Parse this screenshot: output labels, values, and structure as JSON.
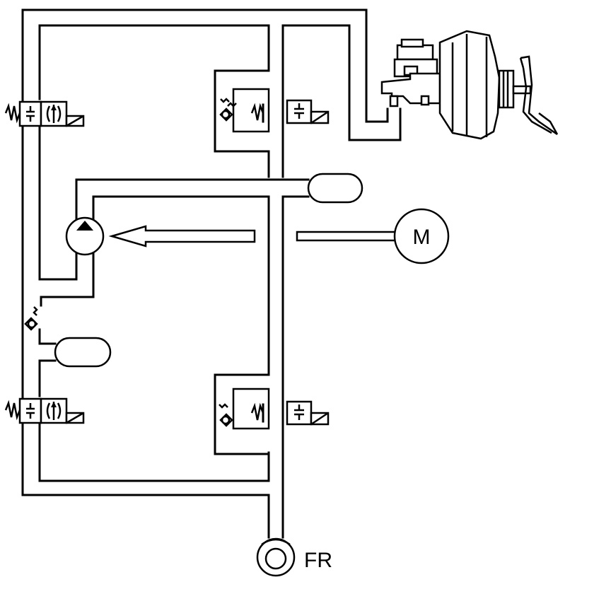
{
  "diagram": {
    "motor_label": "M",
    "wheel_label": "FR",
    "colors": {
      "line": "#000000",
      "background": "#ffffff"
    },
    "components": [
      "pressure-holding-valve-upper",
      "pressure-reduction-valve-upper",
      "pressure-holding-valve-lower",
      "pressure-reduction-valve-lower",
      "pump",
      "motor",
      "accumulator-upper",
      "accumulator-lower",
      "master-cylinder",
      "brake-pedal",
      "wheel-cylinder"
    ]
  }
}
